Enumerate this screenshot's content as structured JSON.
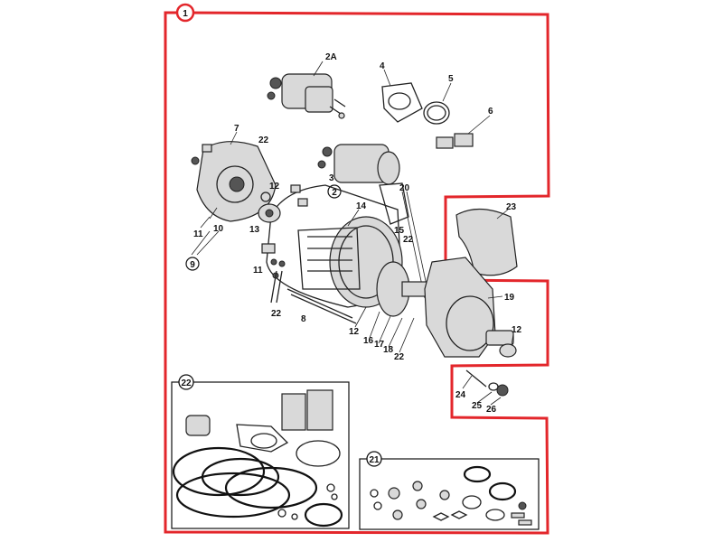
{
  "diagram": {
    "frame_color": "#e3262b",
    "callouts": {
      "main": "1",
      "gasket_kit": "22",
      "hardware_kit": "21",
      "brush_plate_group": "9",
      "solenoid_b": "2"
    },
    "labels": {
      "solenoid_a": "2A",
      "shim_4": "4",
      "washer_5": "5",
      "brushes_6": "6",
      "end_cover_7": "7",
      "brush_22_top": "22",
      "screw_3": "3",
      "solenoid_20": "20",
      "spring_12_a": "12",
      "armature_14": "14",
      "spring_15": "15",
      "ring_22_mid": "22",
      "brush_holder_10": "10",
      "screw_11_a": "11",
      "cap_13": "13",
      "clip_11_b": "11",
      "bolts_22_low": "22",
      "tie_rod_8": "8",
      "washer_12_b": "12",
      "pinion_16": "16",
      "washer_17": "17",
      "ring_18": "18",
      "ring_22_low": "22",
      "dust_cover_23": "23",
      "drive_housing_19": "19",
      "bushing_12_c": "12",
      "bolt_24": "24",
      "washer_25": "25",
      "nut_26": "26"
    }
  }
}
